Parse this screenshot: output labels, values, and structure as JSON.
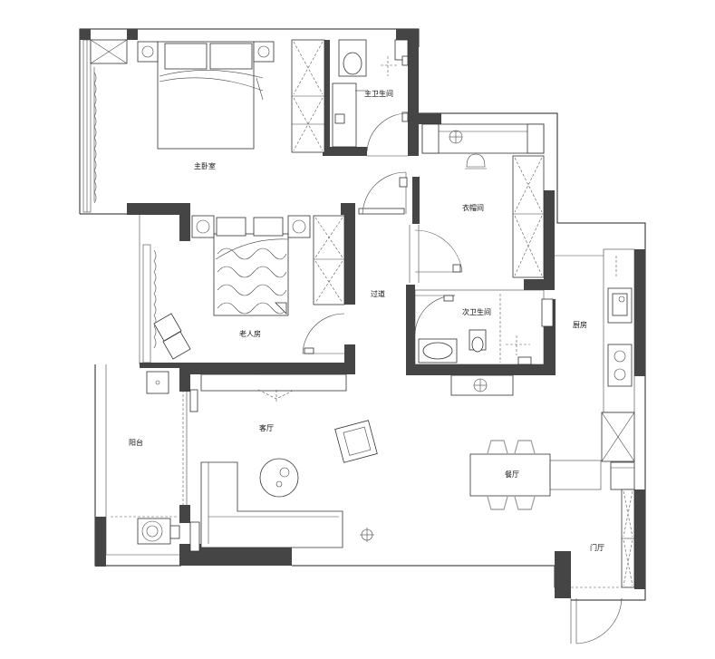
{
  "rooms": {
    "master_bedroom": "主卧室",
    "master_bath": "主卫生间",
    "cloakroom": "衣帽间",
    "elder_room": "老人房",
    "corridor": "过道",
    "second_bath": "次卫生间",
    "kitchen": "厨房",
    "balcony": "阳台",
    "living_room": "客厅",
    "dining_room": "餐厅",
    "foyer": "门厅"
  },
  "colors": {
    "wall": "#454545",
    "line": "#222222",
    "background": "#ffffff"
  }
}
